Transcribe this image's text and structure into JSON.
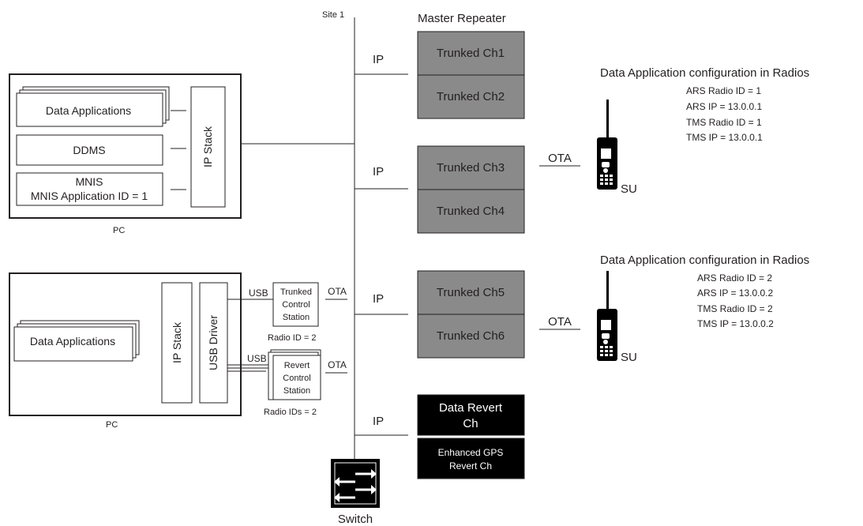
{
  "site_label": "Site 1",
  "master_repeater_label": "Master Repeater",
  "switch_label": "Switch",
  "ip_label": "IP",
  "ota_label": "OTA",
  "usb_label": "USB",
  "su_label": "SU",
  "pc_label": "PC",
  "pc1": {
    "data_applications": "Data Applications",
    "ddms": "DDMS",
    "mnis": "MNIS",
    "mnis_app_id": "MNIS Application ID = 1",
    "ip_stack": "IP Stack"
  },
  "pc2": {
    "data_applications": "Data Applications",
    "ip_stack": "IP Stack",
    "usb_driver": "USB Driver"
  },
  "trunked_control_station": {
    "line1": "Trunked",
    "line2": "Control",
    "line3": "Station",
    "radio_id": "Radio ID = 2"
  },
  "revert_control_station": {
    "line1": "Revert",
    "line2": "Control",
    "line3": "Station",
    "radio_id": "Radio IDs = 2"
  },
  "channels": [
    "Trunked Ch1",
    "Trunked Ch2",
    "Trunked Ch3",
    "Trunked Ch4",
    "Trunked Ch5",
    "Trunked Ch6"
  ],
  "data_revert": {
    "line1": "Data Revert",
    "line2": "Ch"
  },
  "gps_revert": {
    "line1": "Enhanced GPS",
    "line2": "Revert Ch"
  },
  "radio_config_1": {
    "title": "Data Application configuration in Radios",
    "lines": [
      "ARS Radio ID = 1",
      "ARS IP = 13.0.0.1",
      "TMS Radio ID = 1",
      "TMS IP = 13.0.0.1"
    ]
  },
  "radio_config_2": {
    "title": "Data Application configuration in Radios",
    "lines": [
      "ARS Radio ID = 2",
      "ARS IP = 13.0.0.2",
      "TMS Radio ID = 2",
      "TMS IP = 13.0.0.2"
    ]
  },
  "colors": {
    "channel_fill": "#8a8a8a",
    "revert_fill": "#000000",
    "line": "#231f20"
  },
  "icons": [
    "radio-handset-icon",
    "switch-arrows-icon"
  ]
}
